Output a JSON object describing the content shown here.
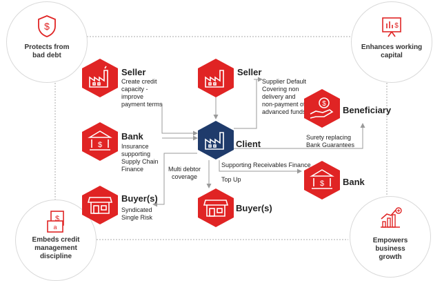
{
  "colors": {
    "red": "#e02424",
    "navy": "#1f3b6b",
    "line": "#9a9a9a",
    "dotted": "#aaaaaa"
  },
  "corners": {
    "top_left": {
      "label": "Protects from\nbad debt",
      "icon": "shield-dollar-icon"
    },
    "top_right": {
      "label": "Enhances working\ncapital",
      "icon": "chart-dollar-board-icon"
    },
    "bottom_left": {
      "label": "Embeds credit\nmanagement\ndiscipline",
      "icon": "document-dollar-icon"
    },
    "bottom_right": {
      "label": "Empowers\nbusiness\ngrowth",
      "icon": "growth-chart-icon"
    }
  },
  "nodes": {
    "seller_left": {
      "title": "Seller",
      "desc": "Create credit\ncapacity -\nimprove\npayment terms",
      "icon": "factory-icon"
    },
    "bank_left": {
      "title": "Bank",
      "desc": "Insurance\nsupporting\nSupply Chain\nFinance",
      "icon": "bank-icon"
    },
    "buyers_left": {
      "title": "Buyer(s)",
      "desc": "Syndicated\nSingle Risk",
      "icon": "store-icon"
    },
    "seller_top": {
      "title": "Seller",
      "desc": "Supplier Default\nCovering non\ndelivery and\nnon-payment of\nadvanced funds",
      "icon": "factory-icon"
    },
    "client": {
      "title": "Client",
      "icon": "factory-icon"
    },
    "buyers_bottom": {
      "title": "Buyer(s)",
      "icon": "store-icon"
    },
    "beneficiary": {
      "title": "Beneficiary",
      "desc": "Surety replacing\nBank Guarantees",
      "icon": "hand-money-icon"
    },
    "bank_right": {
      "title": "Bank",
      "icon": "bank-icon"
    }
  },
  "edges": {
    "multi_debtor": "Multi debtor\ncoverage",
    "receivables": "Supporting Receivables Finance",
    "top_up": "Top Up"
  }
}
